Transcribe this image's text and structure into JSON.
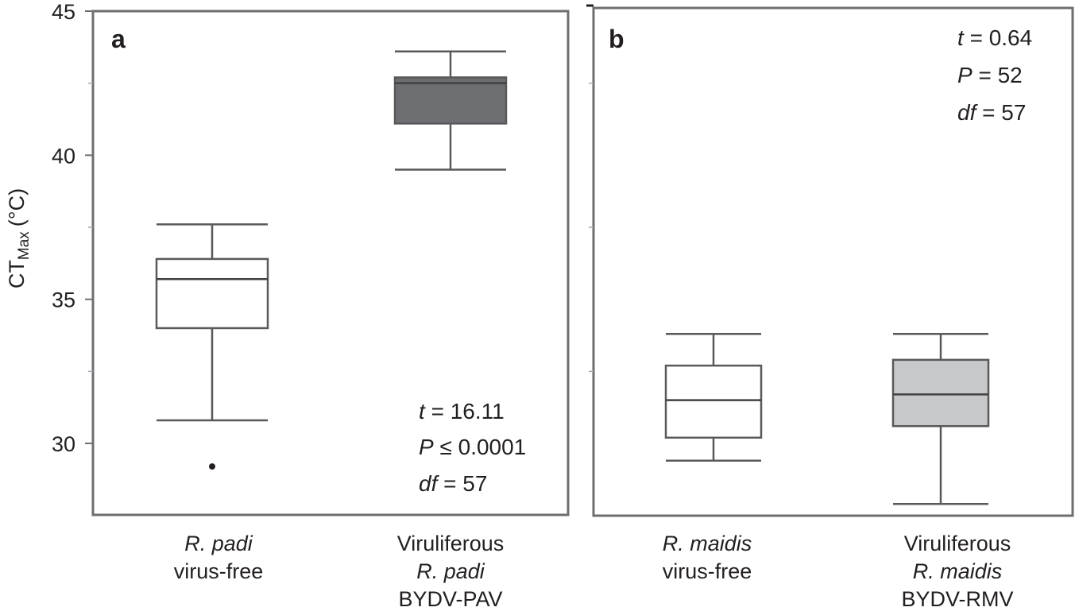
{
  "chart_data": [
    {
      "type": "box",
      "panel": "a",
      "ylabel": "CT_Max (°C)",
      "ylabel_main": "CT",
      "ylabel_sub": "Max",
      "ylabel_unit": "(°C)",
      "ylim": [
        27.5,
        45
      ],
      "yticks": [
        30,
        35,
        40,
        45
      ],
      "ytick_labels": [
        "30",
        "35",
        "40",
        "45"
      ],
      "minor_yticks": [
        32.5,
        37.5,
        42.5
      ],
      "categories": [
        {
          "lines": [
            {
              "text": "R. padi",
              "italic": true
            },
            {
              "text": "virus-free",
              "italic": false
            }
          ]
        },
        {
          "lines": [
            {
              "text": "Viruliferous",
              "italic": false
            },
            {
              "text": "R. padi",
              "italic": true
            },
            {
              "text": "BYDV-PAV",
              "italic": false
            }
          ]
        }
      ],
      "boxes": [
        {
          "name": "R. padi virus-free",
          "whisker_low": 30.8,
          "q1": 34.0,
          "median": 35.7,
          "q3": 36.4,
          "whisker_high": 37.6,
          "outliers": [
            29.2
          ],
          "fill": "#ffffff"
        },
        {
          "name": "Viruliferous R. padi BYDV-PAV",
          "whisker_low": 39.5,
          "q1": 41.1,
          "median": 42.5,
          "q3": 42.7,
          "whisker_high": 43.6,
          "outliers": [],
          "fill": "#6d6e71"
        }
      ],
      "stats": {
        "t_label": "t",
        "t_value": "= 16.11",
        "p_label": "P",
        "p_value": "≤ 0.0001",
        "df_label": "df",
        "df_value": "= 57"
      }
    },
    {
      "type": "box",
      "panel": "b",
      "ylim": [
        27.5,
        45
      ],
      "minor_yticks": [
        32.5,
        37.5,
        42.5
      ],
      "categories": [
        {
          "lines": [
            {
              "text": "R. maidis",
              "italic": true
            },
            {
              "text": "virus-free",
              "italic": false
            }
          ]
        },
        {
          "lines": [
            {
              "text": "Viruliferous",
              "italic": false
            },
            {
              "text": "R. maidis",
              "italic": true
            },
            {
              "text": "BYDV-RMV",
              "italic": false
            }
          ]
        }
      ],
      "boxes": [
        {
          "name": "R. maidis virus-free",
          "whisker_low": 29.4,
          "q1": 30.2,
          "median": 31.5,
          "q3": 32.7,
          "whisker_high": 33.8,
          "outliers": [],
          "fill": "#ffffff"
        },
        {
          "name": "Viruliferous R. maidis BYDV-RMV",
          "whisker_low": 27.9,
          "q1": 30.6,
          "median": 31.7,
          "q3": 32.9,
          "whisker_high": 33.8,
          "outliers": [],
          "fill": "#c7c8ca"
        }
      ],
      "stats": {
        "t_label": "t",
        "t_value": "= 0.64",
        "p_label": "P",
        "p_value": "= 52",
        "df_label": "df",
        "df_value": "= 57"
      }
    }
  ],
  "colors": {
    "axis": "#6d6e71",
    "box_stroke": "#58595b",
    "text": "#231f20"
  }
}
